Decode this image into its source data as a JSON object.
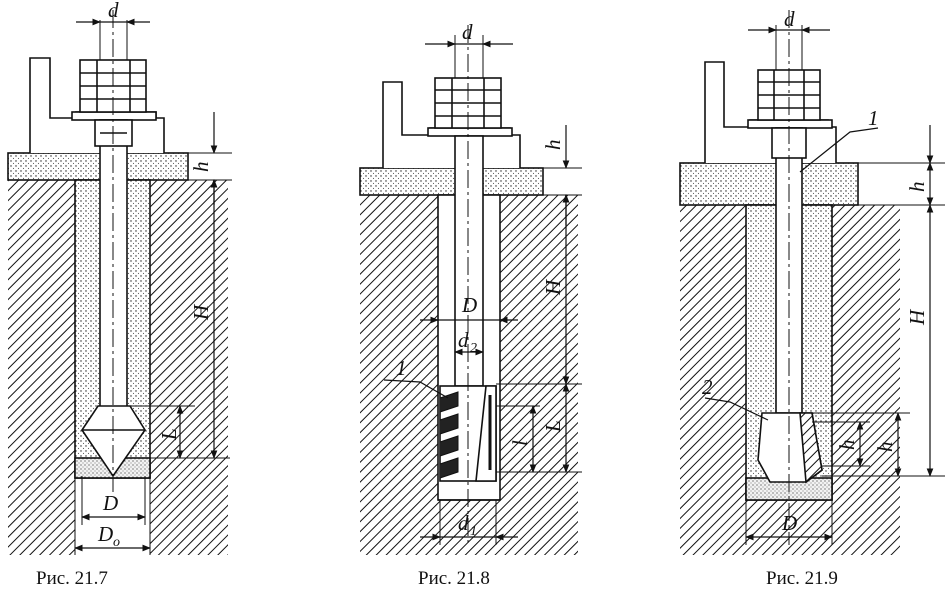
{
  "figures": [
    {
      "id": "21.7",
      "caption": "Рис. 21.7",
      "labels": {
        "d": "d",
        "h": "h",
        "H": "H",
        "L": "L",
        "D": "D",
        "D0_main": "D",
        "D0_sub": "o"
      }
    },
    {
      "id": "21.8",
      "caption": "Рис. 21.8",
      "labels": {
        "d": "d",
        "h": "h",
        "H": "H",
        "L_outer": "L",
        "L_inner": "l",
        "D": "D",
        "d2_main": "d",
        "d2_sub": "2",
        "d1_main": "d",
        "d1_sub": "1",
        "callout_1": "1"
      }
    },
    {
      "id": "21.9",
      "caption": "Рис. 21.9",
      "labels": {
        "d": "d",
        "h_top": "h",
        "H": "H",
        "h_mid": "h",
        "h_small": "h",
        "D": "D",
        "callout_1": "1",
        "callout_2": "2"
      }
    }
  ],
  "colors": {
    "ink": "#111111",
    "background": "#ffffff"
  }
}
